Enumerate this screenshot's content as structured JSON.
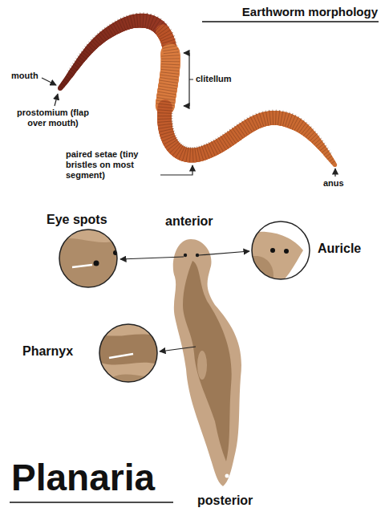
{
  "diagram": {
    "title": "Earthworm morphology",
    "labels": [
      "mouth",
      "prostomium (flap over mouth)",
      "clitellum",
      "paired setae (tiny bristles on most segment)",
      "anus",
      "Eye spots",
      "anterior",
      "Auricle",
      "Pharnyx",
      "Planaria",
      "posterior"
    ]
  }
}
